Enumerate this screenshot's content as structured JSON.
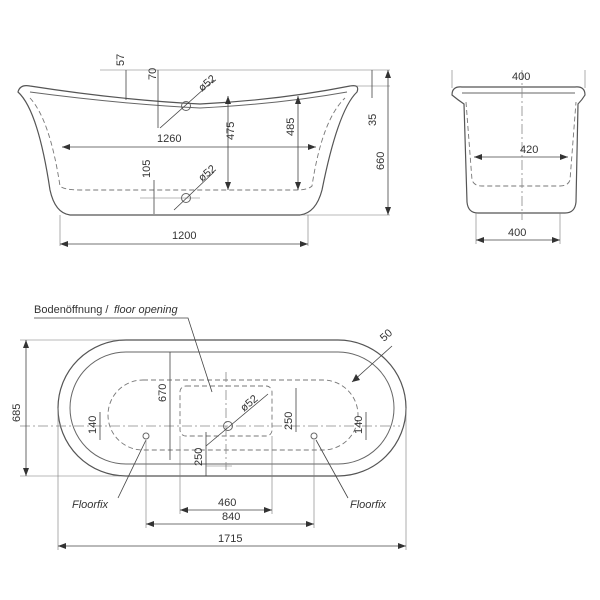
{
  "side_view": {
    "dims": {
      "d57": "57",
      "d70": "70",
      "d52a": "ø52",
      "d1260": "1260",
      "d475": "475",
      "d485": "485",
      "d35": "35",
      "d660": "660",
      "d105": "105",
      "d52b": "ø52",
      "d1200": "1200"
    }
  },
  "end_view": {
    "dims": {
      "d400top": "400",
      "d420": "420",
      "d400bottom": "400"
    }
  },
  "plan_view": {
    "dims": {
      "d685": "685",
      "d670": "670",
      "d140l": "140",
      "d52": "ø52",
      "d250a": "250",
      "d140r": "140",
      "d250b": "250",
      "d50": "50",
      "d460": "460",
      "d840": "840",
      "d1715": "1715"
    },
    "labels": {
      "floor_opening_de": "Bodenöffnung /",
      "floor_opening_en": "floor opening",
      "floorfix_left": "Floorfix",
      "floorfix_right": "Floorfix"
    }
  }
}
